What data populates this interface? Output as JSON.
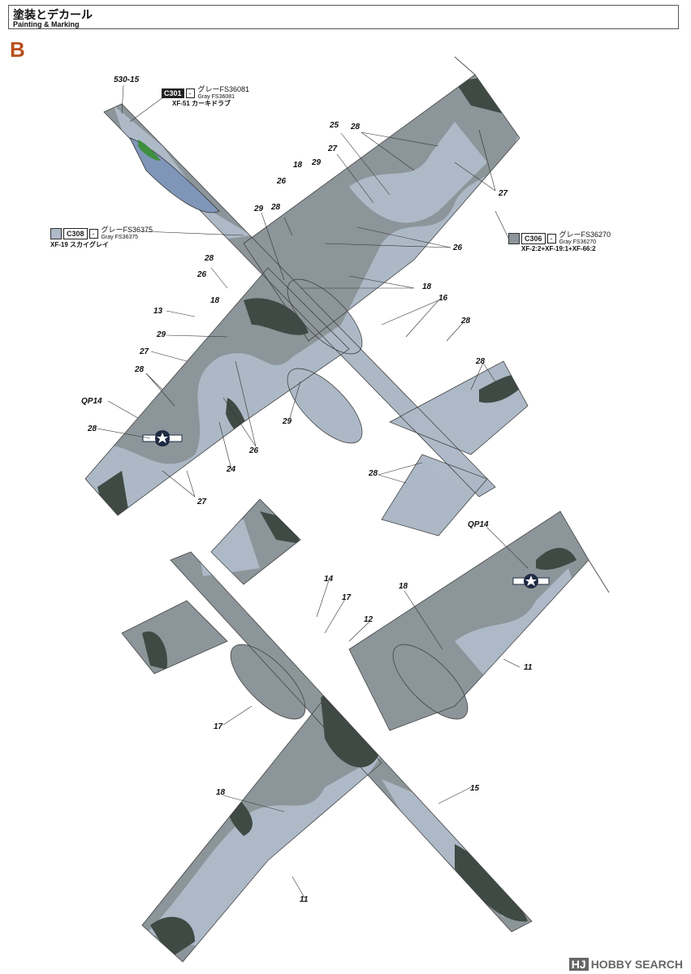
{
  "header": {
    "title_jp": "塗装とデカール",
    "title_en": "Painting & Marking"
  },
  "section_letter": "B",
  "colors": {
    "c301": {
      "code": "C301",
      "dash": "-",
      "name_jp": "グレーFS36081",
      "name_en": "Gray FS36081",
      "mix": "XF-51 カーキドラブ",
      "hex": "#3f4a44"
    },
    "c308": {
      "code": "C308",
      "dash": "-",
      "name_jp": "グレーFS36375",
      "name_en": "Gray FS36375",
      "mix": "XF-19 スカイグレイ",
      "hex": "#aeb9c8"
    },
    "c306": {
      "code": "C306",
      "dash": "-",
      "name_jp": "グレーFS36270",
      "name_en": "Gray FS36270",
      "mix": "XF-2:2+XF-19:1+XF-66:2",
      "hex": "#8c9599"
    }
  },
  "callouts": {
    "c530": "530-15",
    "n25": "25",
    "n27a": "27",
    "n28a": "28",
    "n26a": "26",
    "n18a": "18",
    "n29a": "29",
    "n29b": "29",
    "n28b": "28",
    "n26b": "26",
    "n18b": "18",
    "n16": "16",
    "n28c": "28",
    "n13": "13",
    "n18c": "18",
    "n29c": "29",
    "n27b": "27",
    "n28d": "28",
    "n28e": "28",
    "qp14a": "QP14",
    "n28f": "28",
    "n26c": "26",
    "n24": "24",
    "n27c": "27",
    "n29d": "29",
    "n28g": "28",
    "n26d": "26",
    "n27d": "27",
    "qp14b": "QP14",
    "n14": "14",
    "n17a": "17",
    "n12": "12",
    "n18d": "18",
    "n11a": "11",
    "n17b": "17",
    "n18e": "18",
    "n15": "15",
    "n11b": "11"
  },
  "watermark": {
    "brand": "HJ",
    "text": "HOBBY SEARCH"
  }
}
